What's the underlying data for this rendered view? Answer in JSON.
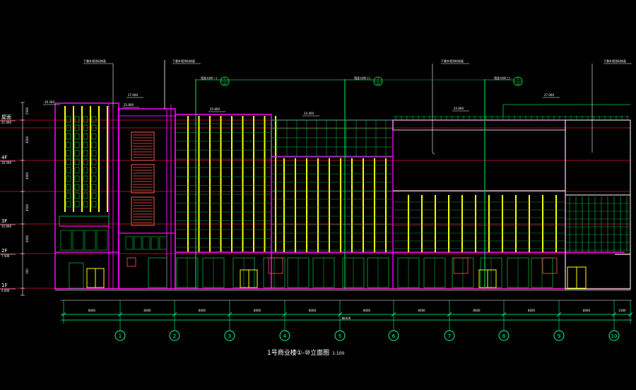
{
  "drawing": {
    "caption": {
      "main": "1号商业楼①-⑩立面图",
      "scale": "1:100"
    },
    "colors": {
      "background": "#000000",
      "outline": "#ff00ff",
      "mullion": "#ffff00",
      "grid": "#00cc44",
      "elevation_line": "#e01030",
      "text": "#ffffff",
      "dimension": "#00ff88",
      "ground": "#00ffff",
      "vent": "#ff5a50"
    },
    "axis_labels": [
      "1",
      "2",
      "3",
      "4",
      "5",
      "6",
      "7",
      "8",
      "9",
      "10"
    ],
    "bay_dimensions": [
      "8000",
      "8000",
      "8000",
      "8000",
      "8000",
      "8000",
      "8000",
      "8000",
      "8000",
      "8000",
      "2300"
    ],
    "overall_dimension": "88300",
    "floor_labels": [
      {
        "name": "屋面",
        "elev": "21.000"
      },
      {
        "name": "4F",
        "elev": "16.500"
      },
      {
        "name": "3F",
        "elev": "12.000"
      },
      {
        "name": "2F",
        "elev": "7.500"
      },
      {
        "name": "1F",
        "elev": "0.000"
      }
    ],
    "vertical_dims": [
      "2500",
      "4500",
      "4500",
      "4500",
      "5000",
      "300"
    ],
    "top_elevations": [
      "26.300",
      "27.000",
      "25.800",
      "25.800",
      "24.400",
      "24.800",
      "27.000"
    ],
    "leader_notes": [
      "下悬外墙涂料饰面",
      "下悬外墙涂料饰面",
      "下悬外墙涂料饰面",
      "下悬外墙涂料饰面"
    ],
    "detail_tags": [
      {
        "label": "墙身大样(一)",
        "num": "1",
        "sheet": "44"
      },
      {
        "label": "墙身大样(二)",
        "num": "2",
        "sheet": "44"
      },
      {
        "label": "墙身大样(三)",
        "num": "3",
        "sheet": "44"
      }
    ]
  }
}
